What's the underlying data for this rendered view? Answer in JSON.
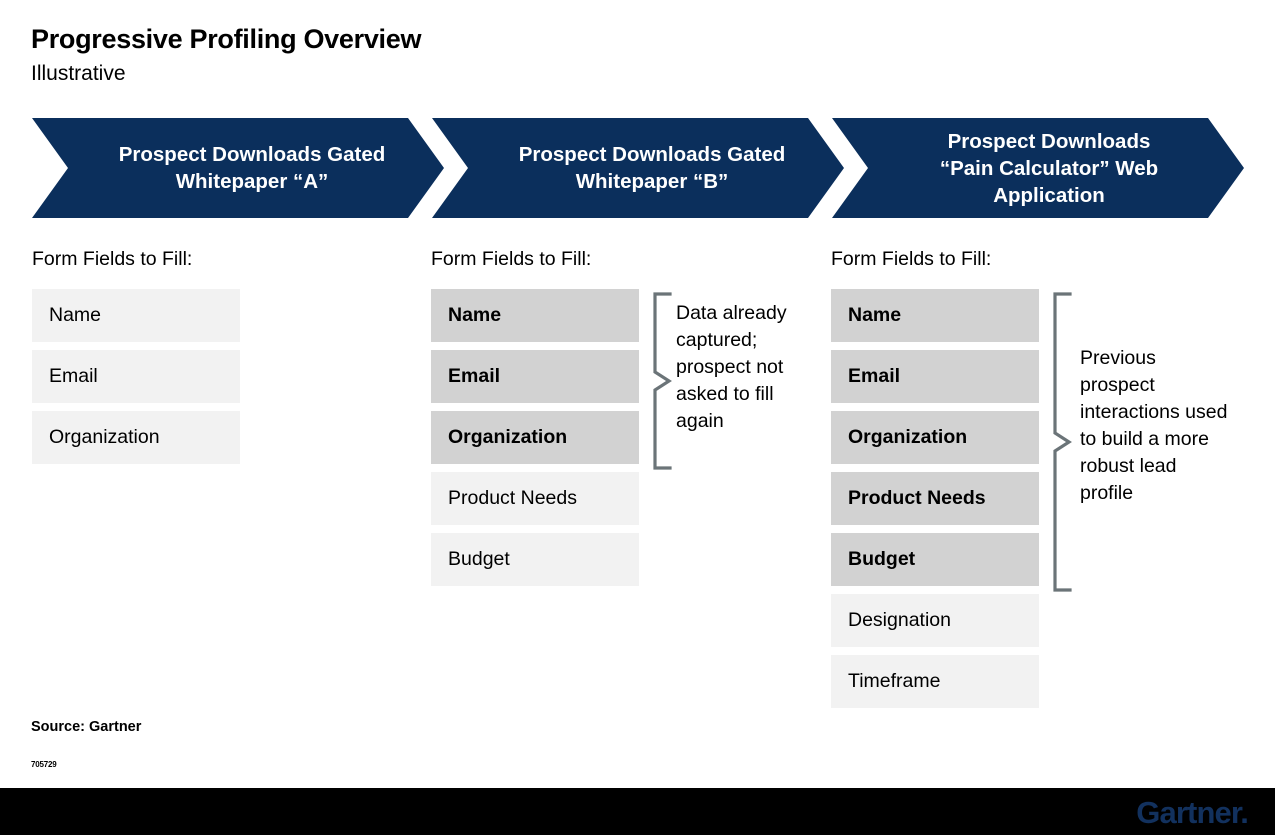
{
  "header": {
    "title": "Progressive Profiling Overview",
    "subtitle": "Illustrative"
  },
  "colors": {
    "banner_navy": "#0b2f5c",
    "field_default": "#f2f2f2",
    "field_filled": "#d2d2d2",
    "bracket_gray": "#6b7478",
    "footer_black": "#000000",
    "logo_navy": "#12315e"
  },
  "stages": [
    {
      "banner_line_1": "Prospect Downloads Gated",
      "banner_line_2": "Whitepaper “A”",
      "banner_line_3": "",
      "heading": "Form Fields to Fill:",
      "fields": [
        {
          "label": "Name",
          "filled": false
        },
        {
          "label": "Email",
          "filled": false
        },
        {
          "label": "Organization",
          "filled": false
        }
      ],
      "annotation": ""
    },
    {
      "banner_line_1": "Prospect Downloads Gated",
      "banner_line_2": "Whitepaper “B”",
      "banner_line_3": "",
      "heading": "Form Fields to Fill:",
      "fields": [
        {
          "label": "Name",
          "filled": true
        },
        {
          "label": "Email",
          "filled": true
        },
        {
          "label": "Organization",
          "filled": true
        },
        {
          "label": "Product Needs",
          "filled": false
        },
        {
          "label": "Budget",
          "filled": false
        }
      ],
      "annotation": "Data already captured; prospect not asked to fill again"
    },
    {
      "banner_line_1": "Prospect Downloads",
      "banner_line_2": "“Pain Calculator” Web",
      "banner_line_3": "Application",
      "heading": "Form Fields to Fill:",
      "fields": [
        {
          "label": "Name",
          "filled": true
        },
        {
          "label": "Email",
          "filled": true
        },
        {
          "label": "Organization",
          "filled": true
        },
        {
          "label": "Product Needs",
          "filled": true
        },
        {
          "label": "Budget",
          "filled": true
        },
        {
          "label": "Designation",
          "filled": false
        },
        {
          "label": "Timeframe",
          "filled": false
        }
      ],
      "annotation": "Previous prospect interactions used to build a more robust lead profile"
    }
  ],
  "footer": {
    "source": "Source: Gartner",
    "doc_id": "705729",
    "logo": "Gartner",
    "logo_dot": "."
  }
}
